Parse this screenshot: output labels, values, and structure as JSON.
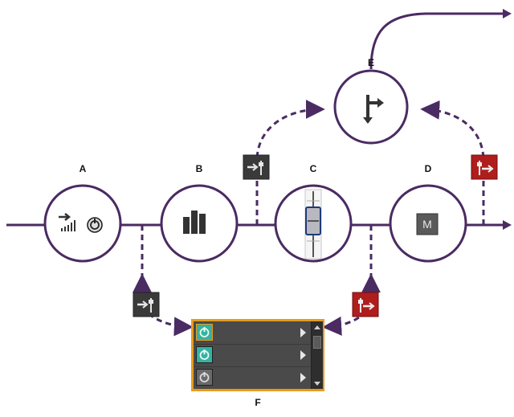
{
  "labels": {
    "a": "A",
    "b": "B",
    "c": "C",
    "d": "D",
    "e": "E",
    "f": "F"
  },
  "meter_mute_label": "M",
  "colors": {
    "line": "#4a2b62",
    "send_icon_bg": "#3a3a3a",
    "return_icon_bg": "#b01d1d",
    "panel_border": "#e79b1e",
    "panel_bg": "#4a4a4a",
    "power_on": "#36b2a0",
    "power_off": "#6a6a6a"
  },
  "panel_rows": [
    {
      "power": "on"
    },
    {
      "power": "on"
    },
    {
      "power": "off"
    }
  ]
}
